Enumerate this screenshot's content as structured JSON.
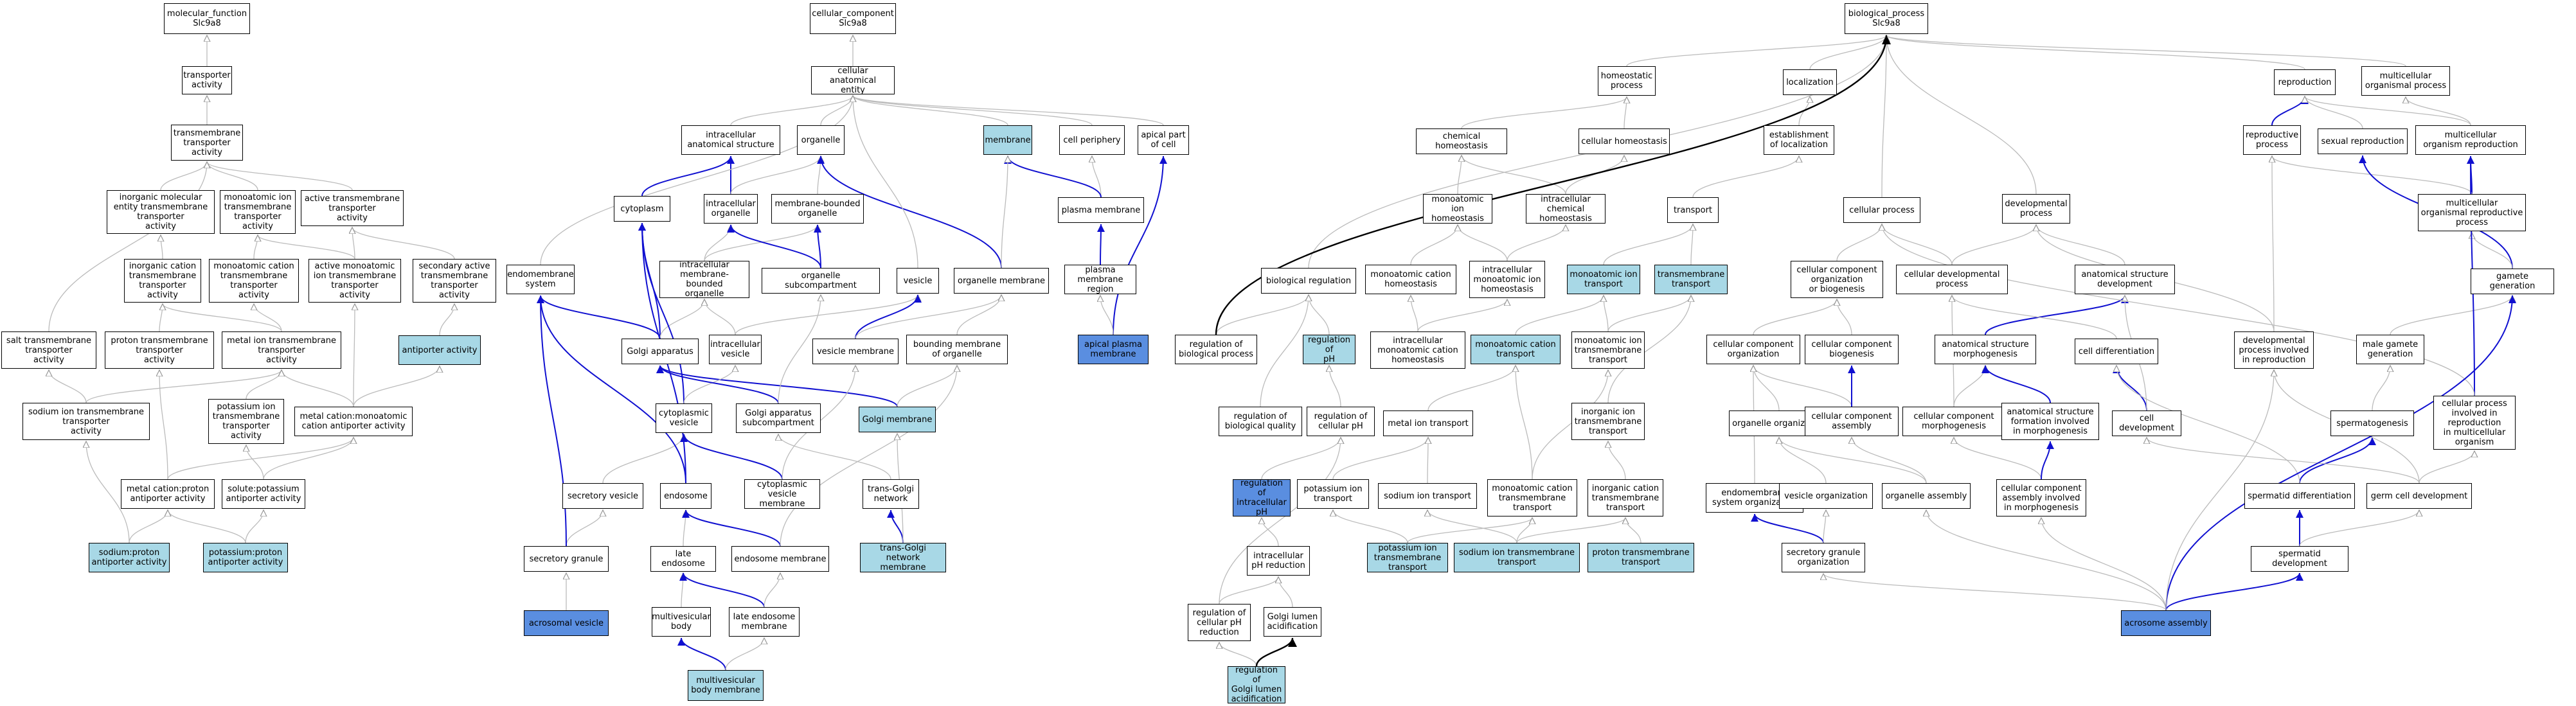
{
  "colors": {
    "light": "#a8d8e6",
    "dark": "#5a8ee0",
    "gray_edge": "#bbbbbb",
    "blue_edge": "#1010d0",
    "black_edge": "#000000"
  },
  "nodes": {
    "mf": "molecular_function\nSlc9a8",
    "cc": "cellular_component\nSlc9a8",
    "bp": "biological_process\nSlc9a8",
    "ta": "transporter\nactivity",
    "tmta": "transmembrane\ntransporter\nactivity",
    "iomtta": "inorganic molecular\nentity transmembrane\ntransporter\nactivity",
    "mittta": "monoatomic ion\ntransmembrane\ntransporter\nactivity",
    "atta": "active transmembrane\ntransporter\nactivity",
    "icttta": "inorganic cation\ntransmembrane\ntransporter\nactivity",
    "mcttta": "monoatomic cation\ntransmembrane\ntransporter\nactivity",
    "amittta": "active monoatomic\nion transmembrane\ntransporter\nactivity",
    "sattta": "secondary active\ntransmembrane\ntransporter\nactivity",
    "salttta": "salt transmembrane\ntransporter\nactivity",
    "prttta": "proton transmembrane\ntransporter\nactivity",
    "mitta": "metal ion transmembrane\ntransporter\nactivity",
    "antiporter": "antiporter activity",
    "sittta": "sodium ion transmembrane\ntransporter\nactivity",
    "pittta": "potassium ion\ntransmembrane\ntransporter\nactivity",
    "mcmcaa": "metal cation:monoatomic\ncation antiporter activity",
    "mcpaa": "metal cation:proton\nantiporter activity",
    "spaa": "solute:potassium\nantiporter activity",
    "spaa2": "sodium:proton\nantiporter activity",
    "kpaa": "potassium:proton\nantiporter activity",
    "cae": "cellular anatomical\nentity",
    "ias": "intracellular\nanatomical structure",
    "organelle": "organelle",
    "membrane": "membrane",
    "cellperiph": "cell periphery",
    "apicalpart": "apical part\nof cell",
    "cytoplasm": "cytoplasm",
    "intorg": "intracellular\norganelle",
    "mbo": "membrane-bounded\norganelle",
    "plasmam": "plasma membrane",
    "endosys": "endomembrane\nsystem",
    "imbo": "intracellular\nmembrane-bounded\norganelle",
    "orgsub": "organelle subcompartment",
    "vesicle": "vesicle",
    "orgmem": "organelle membrane",
    "pmregion": "plasma membrane\nregion",
    "apm": "apical plasma\nmembrane",
    "golgi": "Golgi apparatus",
    "intves": "intracellular\nvesicle",
    "vesmem": "vesicle membrane",
    "bmo": "bounding membrane\nof organelle",
    "golgimem": "Golgi membrane",
    "cytves": "cytoplasmic\nvesicle",
    "gas": "Golgi apparatus\nsubcompartment",
    "secves": "secretory vesicle",
    "endosome": "endosome",
    "cvm": "cytoplasmic\nvesicle membrane",
    "tgn": "trans-Golgi\nnetwork",
    "secgran": "secretory granule",
    "lateendo": "late endosome",
    "endomem": "endosome membrane",
    "tgnm": "trans-Golgi\nnetwork membrane",
    "acrves": "acrosomal vesicle",
    "mvb": "multivesicular\nbody",
    "lem": "late endosome\nmembrane",
    "mvbm": "multivesicular\nbody membrane",
    "homeo": "homeostatic\nprocess",
    "local": "localization",
    "repro": "reproduction",
    "mop": "multicellular\norganismal process",
    "chemhomeo": "chemical homeostasis",
    "cellhomeo": "cellular homeostasis",
    "estloc": "establishment\nof localization",
    "reproproc": "reproductive\nprocess",
    "sexrepro": "sexual reproduction",
    "mcorepro": "multicellular\norganism reproduction",
    "mihomeo": "monoatomic ion\nhomeostasis",
    "ichemhomeo": "intracellular\nchemical homeostasis",
    "transport": "transport",
    "cellproc": "cellular process",
    "devproc": "developmental\nprocess",
    "morp": "multicellular\norganismal reproductive\nprocess",
    "bioreg": "biological regulation",
    "mchomeo": "monoatomic cation\nhomeostasis",
    "imihomeo": "intracellular\nmonoatomic ion\nhomeostasis",
    "mitrans": "monoatomic ion\ntransport",
    "tmtrans": "transmembrane\ntransport",
    "ccob": "cellular component\norganization\nor biogenesis",
    "celldevproc": "cellular developmental\nprocess",
    "asd": "anatomical structure\ndevelopment",
    "gamgen": "gamete generation",
    "regbp": "regulation of\nbiological process",
    "regph": "regulation of\npH",
    "imchomeo": "intracellular\nmonoatomic cation\nhomeostasis",
    "mctrans": "monoatomic cation\ntransport",
    "mittrans": "monoatomic ion\ntransmembrane\ntransport",
    "cco": "cellular component\norganization",
    "ccbio": "cellular component\nbiogenesis",
    "asmorph": "anatomical structure\nmorphogenesis",
    "celldiff": "cell differentiation",
    "dpir": "developmental\nprocess involved\nin reproduction",
    "mgg": "male gamete\ngeneration",
    "regbq": "regulation of\nbiological quality",
    "regcph": "regulation of\ncellular pH",
    "mettrans": "metal ion transport",
    "itttrans": "inorganic ion\ntransmembrane\ntransport",
    "orgorg": "organelle organization",
    "ccassy": "cellular component\nassembly",
    "ccmorph": "cellular component\nmorphogenesis",
    "asfm": "anatomical structure\nformation involved\nin morphogenesis",
    "celldev": "cell development",
    "cpir": "cellular process\ninvolved in\nreproduction\nin multicellular\norganism",
    "spermgen": "spermatogenesis",
    "regiph": "regulation of\nintracellular\npH",
    "ptrans": "potassium ion\ntransport",
    "strans": "sodium ion transport",
    "mcttrans": "monoatomic cation\ntransmembrane\ntransport",
    "icttrans": "inorganic cation\ntransmembrane\ntransport",
    "esorg": "endomembrane\nsystem organization",
    "vesorg": "vesicle organization",
    "orgassy": "organelle assembly",
    "ccaim": "cellular component\nassembly involved\nin morphogenesis",
    "spermdiff": "spermatid differentiation",
    "gcd": "germ cell development",
    "iphr": "intracellular\npH reduction",
    "pittrans": "potassium ion\ntransmembrane\ntransport",
    "sittrans": "sodium ion transmembrane\ntransport",
    "prttrans": "proton transmembrane\ntransport",
    "sgo": "secretory granule\norganization",
    "spermdev": "spermatid development",
    "regcphr": "regulation of\ncellular pH\nreduction",
    "golgiacid": "Golgi lumen\nacidification",
    "acrassy": "acrosome assembly",
    "reggolgi": "regulation of\nGolgi lumen\nacidification"
  }
}
